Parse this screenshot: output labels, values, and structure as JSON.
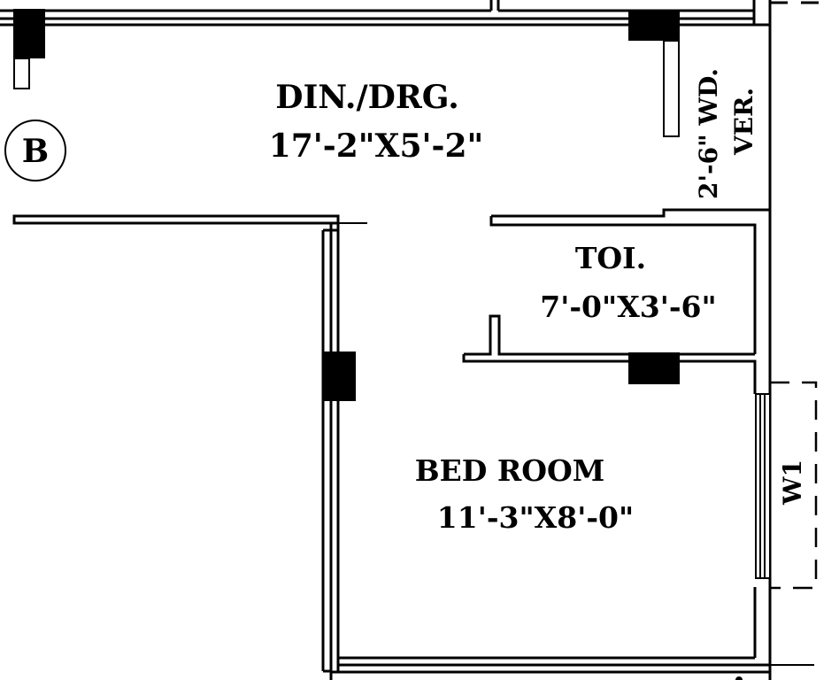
{
  "diagram": {
    "type": "architectural floor plan",
    "background_color": "#ffffff",
    "line_color": "#000000",
    "grid_marker": {
      "label": "B"
    },
    "rooms": [
      {
        "id": "dining-drawing",
        "name": "DIN./DRG.",
        "size": "17'-2\"X5'-2\""
      },
      {
        "id": "toilet",
        "name": "TOI.",
        "size": "7'-0\"X3'-6\""
      },
      {
        "id": "bedroom",
        "name": "BED ROOM",
        "size": "11'-3\"X8'-0\""
      }
    ],
    "vertical_labels": {
      "wd_width": "2'-6\" WD.",
      "veranda": "VER."
    },
    "window": {
      "tag": "W1"
    }
  }
}
